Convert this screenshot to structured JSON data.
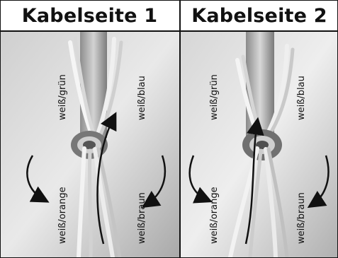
{
  "panels": [
    {
      "title": "Kabelseite 1",
      "labels": {
        "top_left": "weiß/grün",
        "top_right": "weiß/blau",
        "bottom_left": "weiß/orange",
        "bottom_right": "weiß/braun"
      }
    },
    {
      "title": "Kabelseite 2",
      "labels": {
        "top_left": "weiß/grün",
        "top_right": "weiß/blau",
        "bottom_left": "weiß/orange",
        "bottom_right": "weiß/braun"
      }
    }
  ],
  "colors": {
    "border": "#111111",
    "background": "#ffffff",
    "photo_light": "#e6e6e6",
    "photo_dark": "#9a9a9a",
    "arrow": "#111111"
  }
}
